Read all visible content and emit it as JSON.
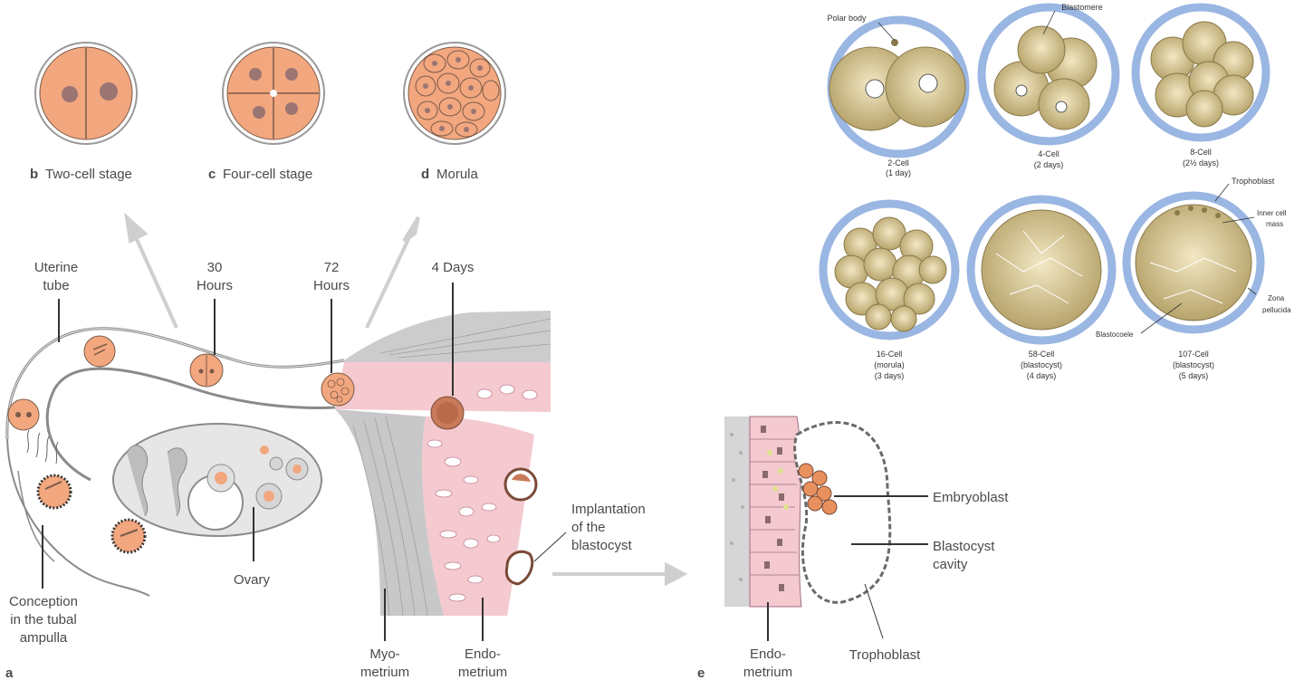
{
  "stages_top": [
    {
      "letter": "b",
      "label": "Two-cell stage"
    },
    {
      "letter": "c",
      "label": "Four-cell stage"
    },
    {
      "letter": "d",
      "label": "Morula"
    }
  ],
  "tube_labels": {
    "uterine_tube": [
      "Uterine",
      "tube"
    ],
    "hours30": [
      "30",
      "Hours"
    ],
    "hours72": [
      "72",
      "Hours"
    ],
    "days4": "4 Days",
    "ovary": "Ovary",
    "conception": [
      "Conception",
      "in the tubal",
      "ampulla"
    ],
    "myometrium": [
      "Myo-",
      "metrium"
    ],
    "endometrium": [
      "Endo-",
      "metrium"
    ],
    "implantation": [
      "Implantation",
      "of the",
      "blastocyst"
    ],
    "panel_a": "a"
  },
  "panel_e": {
    "letter": "e",
    "embryoblast": "Embryoblast",
    "blastocyst_cavity": [
      "Blastocyst",
      "cavity"
    ],
    "trophoblast": "Trophoblast",
    "endometrium": [
      "Endo-",
      "metrium"
    ]
  },
  "micro": {
    "polar_body": "Polar body",
    "blastomere": "Blastomere",
    "trophoblast": "Trophoblast",
    "inner_cell_mass": [
      "Inner cell",
      "mass"
    ],
    "zona_pellucida": [
      "Zona",
      "pellucida"
    ],
    "blastocoele": "Blastocoele",
    "cells": [
      {
        "a": "2-Cell",
        "b": "(1 day)"
      },
      {
        "a": "4-Cell",
        "b": "(2 days)"
      },
      {
        "a": "8-Cell",
        "b": "(2½ days)"
      },
      {
        "a": "16-Cell",
        "b": "(morula)",
        "c": "(3 days)"
      },
      {
        "a": "58-Cell",
        "b": "(blastocyst)",
        "c": "(4 days)"
      },
      {
        "a": "107-Cell",
        "b": "(blastocyst)",
        "c": "(5 days)"
      }
    ]
  }
}
